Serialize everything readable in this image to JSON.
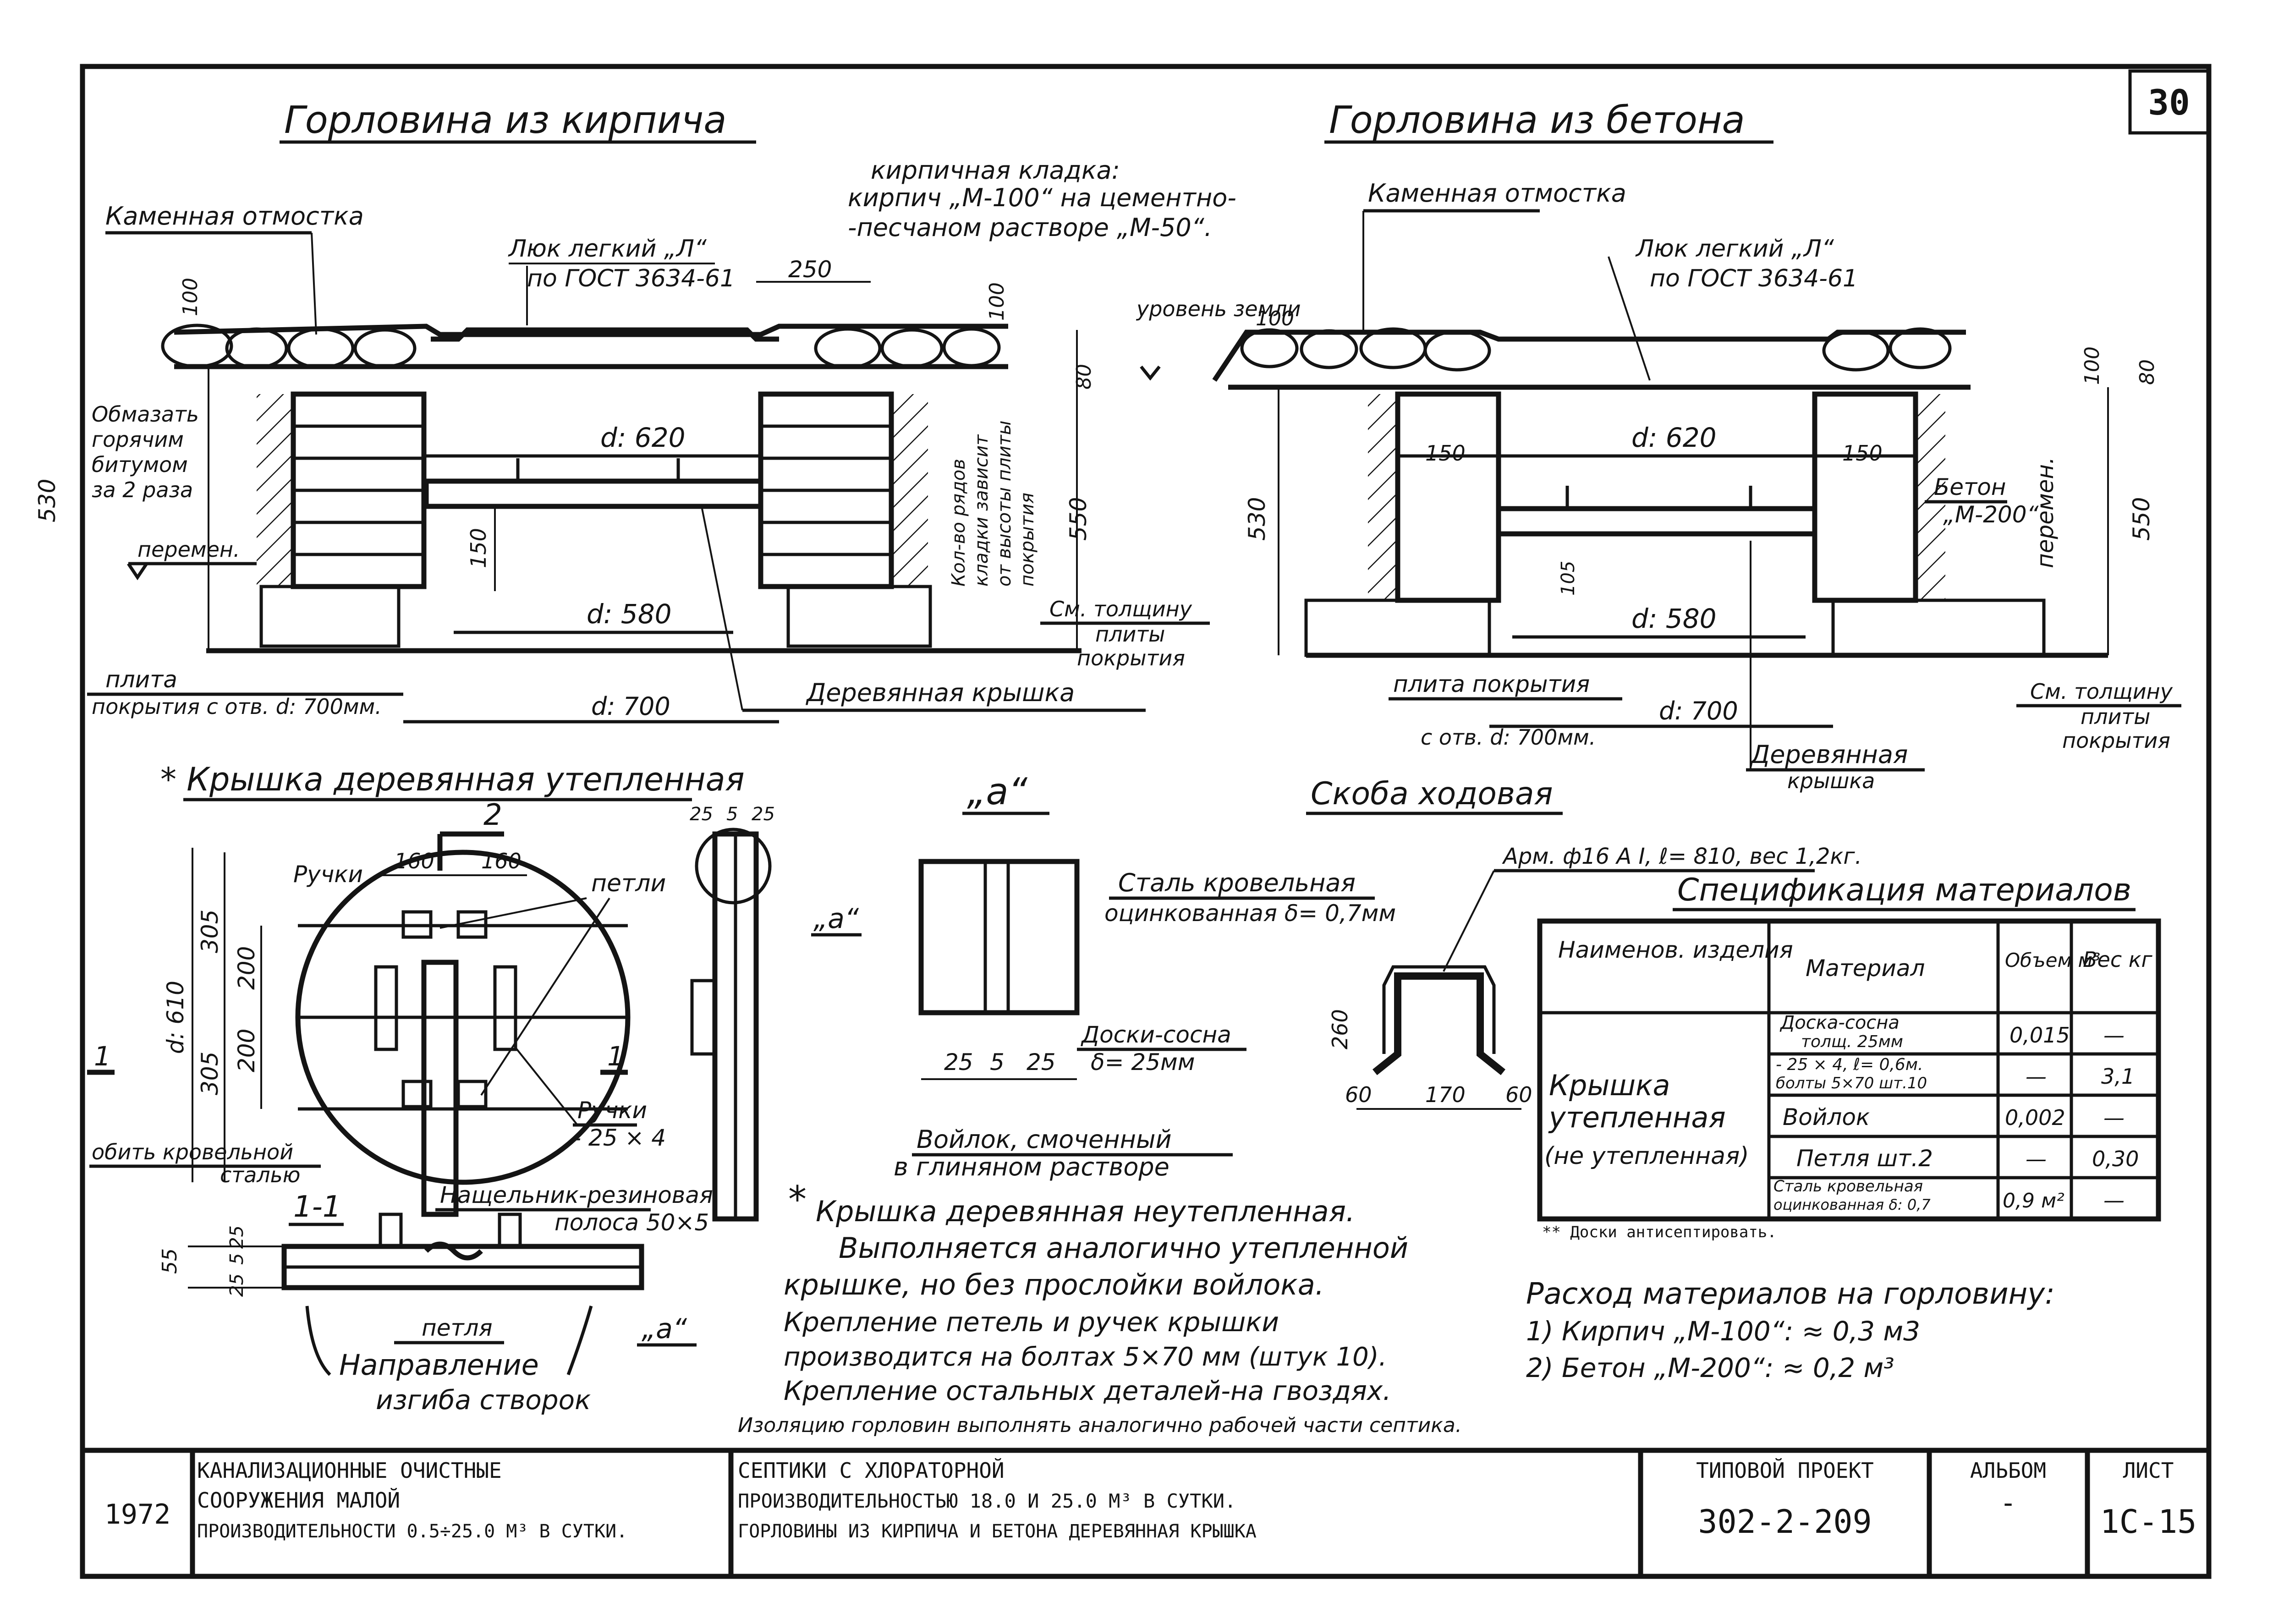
{
  "sheet_number": "30",
  "brick": {
    "title": "Горловина из кирпича",
    "stone_paving": "Каменная отмостка",
    "masonry": [
      "кирпичная кладка:",
      "кирпич „М-100“ на цементно-",
      "-песчаном растворе „М-50“."
    ],
    "hatch": [
      "Люк легкий „Л“",
      "по ГОСТ 3634-61"
    ],
    "dim_250": "250",
    "ground_level": "уровень земли",
    "bitumen": [
      "Обмазать",
      "горячим",
      "битумом",
      "за 2 раза"
    ],
    "variable": "перемен.",
    "d620": "d: 620",
    "d580": "d: 580",
    "d700": "d: 700",
    "dim_150": "150",
    "dim_530": "530",
    "dim_550": "550",
    "dim_100": "100",
    "dim_80": "80",
    "rows_note": [
      "Кол-во рядов",
      "кладки зависит",
      "от высоты плиты",
      "покрытия"
    ],
    "slab_thick": [
      "См. толщину",
      "плиты",
      "покрытия"
    ],
    "slab_opening": [
      "плита",
      "покрытия с отв. d: 700мм."
    ],
    "wooden_lid": "Деревянная крышка"
  },
  "concrete": {
    "title": "Горловина из бетона",
    "stone_paving": "Каменная отмостка",
    "hatch": [
      "Люк легкий „Л“",
      "по ГОСТ 3634-61"
    ],
    "d620": "d: 620",
    "d580": "d: 580",
    "d700": "d: 700",
    "dim_150": "150",
    "dim_105": "105",
    "dim_530": "530",
    "dim_550": "550",
    "dim_100": "100",
    "dim_80": "80",
    "concrete_grade": [
      "Бетон",
      "„М-200“"
    ],
    "variable": "перемен.",
    "slab": [
      "плита покрытия",
      "с отв. d: 700мм."
    ],
    "wooden_lid": [
      "Деревянная",
      "крышка"
    ],
    "slab_thick": [
      "См. толщину",
      "плиты",
      "покрытия"
    ]
  },
  "lid": {
    "title": "* Крышка деревянная утепленная",
    "section_2": "2",
    "section_1": "1",
    "dim_160a": "160",
    "dim_160b": "160",
    "handles": "Ручки",
    "loops": "петли",
    "dim_305a": "305",
    "dim_305b": "305",
    "dim_200a": "200",
    "dim_200b": "200",
    "diameter": "d: 610",
    "roof_steel": [
      "обить кровельной",
      "сталью"
    ],
    "handles_spec": [
      "Ручки",
      "- 25 × 4"
    ],
    "edge_dims": [
      "25",
      "5",
      "25"
    ],
    "ref_a": "„а“"
  },
  "section_1_1": {
    "title": "1-1",
    "gasket": [
      "Нащельник-резиновая",
      "полоса 50×5"
    ],
    "dims": [
      "25",
      "5",
      "25",
      "55"
    ],
    "loop": "петля",
    "ref_a": "„а“",
    "direction": [
      "Направление",
      "изгиба створок"
    ]
  },
  "detail_a": {
    "title": "„а“",
    "steel": [
      "Сталь кровельная",
      "оцинкованная δ= 0,7мм"
    ],
    "boards": [
      "Доски-сосна",
      "δ= 25мм"
    ],
    "felt": [
      "Войлок, смоченный",
      "в глиняном растворе"
    ],
    "dims": [
      "25",
      "5",
      "25"
    ]
  },
  "rung": {
    "title": "Скоба ходовая",
    "spec": "Арм. ф16 А I, ℓ= 810, вес 1,2кг.",
    "dims": [
      "260",
      "60",
      "170",
      "60"
    ]
  },
  "spec_table": {
    "title": "Спецификация материалов",
    "headers": [
      "Наименов. изделия",
      "Материал",
      "Объем м³",
      "Вес кг"
    ],
    "item": [
      "Крышка",
      "утепленная",
      "(не утепленная)"
    ],
    "rows": [
      {
        "material": [
          "Доска-сосна",
          "толщ. 25мм"
        ],
        "volume": "0,015",
        "weight": "—"
      },
      {
        "material": [
          "- 25 × 4, ℓ= 0,6м.",
          "болты 5×70 шт.10"
        ],
        "volume": "—",
        "weight": "3,1"
      },
      {
        "material": [
          "Войлок"
        ],
        "volume": "0,002",
        "weight": "—"
      },
      {
        "material": [
          "Петля шт.2"
        ],
        "volume": "—",
        "weight": "0,30"
      },
      {
        "material": [
          "Сталь кровельная",
          "оцинкованная δ: 0,7"
        ],
        "volume": "0,9 м²",
        "weight": "—"
      }
    ],
    "footnote": "** Доски антисептировать."
  },
  "notes": {
    "star": "*",
    "lines": [
      "Крышка деревянная неутепленная.",
      "Выполняется аналогично утепленной",
      "крышке, но без прослойки войлока.",
      "Крепление петель и ручек крышки",
      "производится на болтах 5×70 мм (штук 10).",
      "Крепление остальных деталей-на гвоздях."
    ],
    "insulation": "Изоляцию горловин выполнять аналогично рабочей части септика."
  },
  "consumption": {
    "title": "Расход материалов на горловину:",
    "items": [
      "1) Кирпич „М-100“: ≈ 0,3 м3",
      "2) Бетон „М-200“: ≈ 0,2 м³"
    ]
  },
  "title_block": {
    "year": "1972",
    "project": [
      "КАНАЛИЗАЦИОННЫЕ ОЧИСТНЫЕ",
      "СООРУЖЕНИЯ МАЛОЙ",
      "ПРОИЗВОДИТЕЛЬНОСТИ 0.5÷25.0 М³ В СУТКИ."
    ],
    "drawing": [
      "СЕПТИКИ С ХЛОРАТОРНОЙ",
      "ПРОИЗВОДИТЕЛЬНОСТЬЮ 18.0 И 25.0 М³ В СУТКИ.",
      "ГОРЛОВИНЫ ИЗ КИРПИЧА И БЕТОНА ДЕРЕВЯННАЯ КРЫШКА"
    ],
    "typical_label": "ТИПОВОЙ ПРОЕКТ",
    "typical_value": "302-2-209",
    "album_label": "АЛЬБОМ",
    "album_value": "-",
    "sheet_label": "ЛИСТ",
    "sheet_value": "1С-15"
  }
}
